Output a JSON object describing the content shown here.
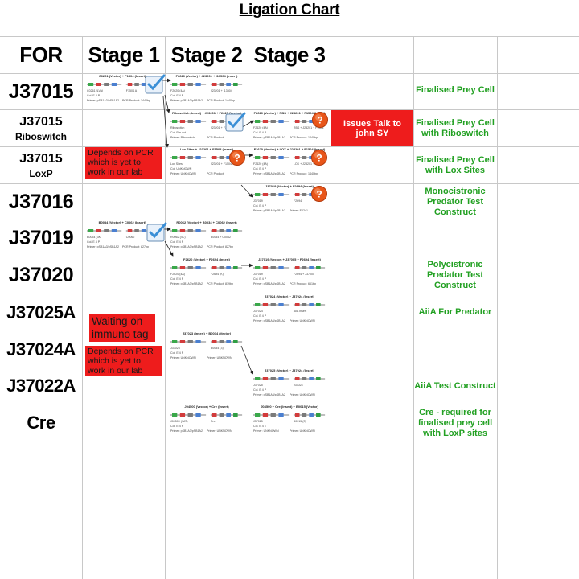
{
  "title": "Ligation Chart",
  "headers": {
    "col0": "FOR",
    "col1": "Stage 1",
    "col2": "Stage 2",
    "col3": "Stage 3"
  },
  "rows": [
    {
      "name": "J37015",
      "sub": "",
      "desc": "Finalised Prey Cell"
    },
    {
      "name": "J37015",
      "sub": "Riboswitch",
      "desc": "Finalised Prey Cell with Riboswitch"
    },
    {
      "name": "J37015",
      "sub": "LoxP",
      "desc": "Finalised Prey Cell with Lox Sites"
    },
    {
      "name": "J37016",
      "sub": "",
      "desc": "Monocistronic Predator Test Construct"
    },
    {
      "name": "J37019",
      "sub": "",
      "desc": ""
    },
    {
      "name": "J37020",
      "sub": "",
      "desc": "Polycistronic Predator Test Construct"
    },
    {
      "name": "J37025A",
      "sub": "",
      "desc": "AiiA For Predator"
    },
    {
      "name": "J37024A",
      "sub": "",
      "desc": ""
    },
    {
      "name": "J37022A",
      "sub": "",
      "desc": "AiiA Test Construct"
    },
    {
      "name": "Cre",
      "sub": "",
      "desc": "Cre - required for finalised prey cell with LoxP sites"
    }
  ],
  "notes": {
    "issues": "Issues Talk to john SY",
    "pcr_loxp": "Depends on PCR which is yet to work in our lab",
    "waiting": "Waiting on immuno tag",
    "pcr_j37024": "Depends on PCR which is yet to work in our lab"
  },
  "plasmids": {
    "j37015_s1": {
      "title": "C0261 (Vector) + F1504 (Insert)",
      "line1": "C0261 (LVA)",
      "line2": "F1504 A",
      "line3": "Col. E 4 P",
      "line4": "Primer: pSB1A3/pSB1A2",
      "line5": "PCR Product: 1440bp"
    },
    "j37015_s2": {
      "title": "F2620 (Vector) + J23201 + I13504 (Insert)",
      "line1": "F2620 (4A)",
      "line2": "J23201 + I13504",
      "line3": "Col. E 4 P",
      "line4": "Primer: pSB1A3/pSB1A2",
      "line5": "PCR Product: 1440bp"
    },
    "ribo_s2": {
      "title": "Riboswitch (Insert) + J23201 + F2620 (Vector)",
      "line1": "Riboswitch",
      "line2": "J23201 + F2620",
      "line3": "Col. Pre-cut",
      "line4": "Primer: Riboswitch",
      "line5": "PCR Product"
    },
    "ribo_s3": {
      "title": "F2620 (Vector) + RBS + J23201 + F1504 (Insert)",
      "line1": "F2620 (4A)",
      "line2": "RBS + J23201 + F1504",
      "line3": "Col. E 4 P",
      "line4": "Primer: pSB1A3/pSB1A2",
      "line5": "PCR Product: 1440bp"
    },
    "lox_s2": {
      "title": "Lox Sites + J23201 + F1504 (Insert)",
      "line1": "Lox Sites",
      "line2": "J23201 + F1504",
      "line3": "Col. UNKNOWN",
      "line4": "Primer: UNKNOWN",
      "line5": "PCR Product"
    },
    "lox_s3": {
      "title": "F2620 (Vector) + LOX + J23201 + F1504 (Insert)",
      "line1": "F2620 (4A)",
      "line2": "LOX + J23201 + F1504",
      "line3": "Col. E 4 P",
      "line4": "Primer: pSB1A3/pSB1A2",
      "line5": "PCR Product: 1440bp"
    },
    "j37016_s3": {
      "title": "J37019 (Vector) + F2694 (Insert)",
      "line1": "J37019",
      "line2": "F2694",
      "line3": "Col. E 4 P",
      "line4": "Primer: pSB1A3/pSB1A2",
      "line5": "Primer: E0241"
    },
    "j37019_s1": {
      "title": "B0034 (Vector) + C0062 (Insert)",
      "line1": "B0034 (3K)",
      "line2": "C0062",
      "line3": "Col. E 4 P",
      "line4": "Primer: pSB1A3/pSB1A2",
      "line5": "PCR Product: 827bp"
    },
    "j37019_s2": {
      "title": "R0062 (Vector) + B0034 + C0062 (Insert)",
      "line1": "R0062 (4C)",
      "line2": "B0034 + C0062",
      "line3": "Col. E 4 P",
      "line4": "Primer: pSB1A3/pSB1A2",
      "line5": "PCR Product: 827bp"
    },
    "j37020_s2": {
      "title": "F2620 (Vector) + F2694 (Insert)",
      "line1": "F2620 (4A)",
      "line2": "F2694 (K)",
      "line3": "Col. E 4 P",
      "line4": "Primer: pSB1A3/pSB1A2",
      "line5": "PCR Product: 819bp"
    },
    "j37020_s3": {
      "title": "J37019 (Vector) + J37005 + F2694 (Insert)",
      "line1": "J37019",
      "line2": "F2694 + J37005",
      "line3": "Col. E 4 P",
      "line4": "Primer: pSB1A3/pSB1A2",
      "line5": "PCR Product: 661bp"
    },
    "j37025_s3": {
      "title": "J37024 (Vector) + J37024 (Insert)",
      "line1": "J37024",
      "line2": "AiiA Insert",
      "line3": "Col. E 4 P",
      "line4": "Primer: pSB1A3/pSB1A2",
      "line5": "Primer: UNKNOWN"
    },
    "j37024_s2": {
      "title": "J37023 (Insert) + B0034 (Vector)",
      "line1": "J37023",
      "line2": "B0034 (3)",
      "line3": "Col. E 4 P",
      "line4": "Primer: UNKNOWN",
      "line5": "Primer: UNKNOWN"
    },
    "j37022_s3": {
      "title": "J37025 (Vector) + J37024 (Insert)",
      "line1": "J37025",
      "line2": "J37024",
      "line3": "Col. E 4 P",
      "line4": "Primer: pSB1A3/pSB1A2",
      "line5": "Primer: UNKNOWN"
    },
    "cre_s2": {
      "title": "J04500 (Vector) + Cre (Insert)",
      "line1": "J04500 (1AT)",
      "line2": "Cre",
      "line3": "Col. E 4 P",
      "line4": "Primer: pSB1A3/pSB1A2",
      "line5": "Primer: UNKNOWN"
    },
    "cre_s3": {
      "title": "J04500 + Cre (Insert) + B0015 (Vector)",
      "line1": "J37025",
      "line2": "B0015 (3)",
      "line3": "Col. E 4 E",
      "line4": "Primer: UNKNOWN",
      "line5": "Primer: UNKNOWN"
    }
  },
  "colors": {
    "note_red": "#ee1c1c",
    "desc_green": "#22a022",
    "grid": "#c8c8c8",
    "tick": "#3b8fd6",
    "question": "#e8561a"
  }
}
